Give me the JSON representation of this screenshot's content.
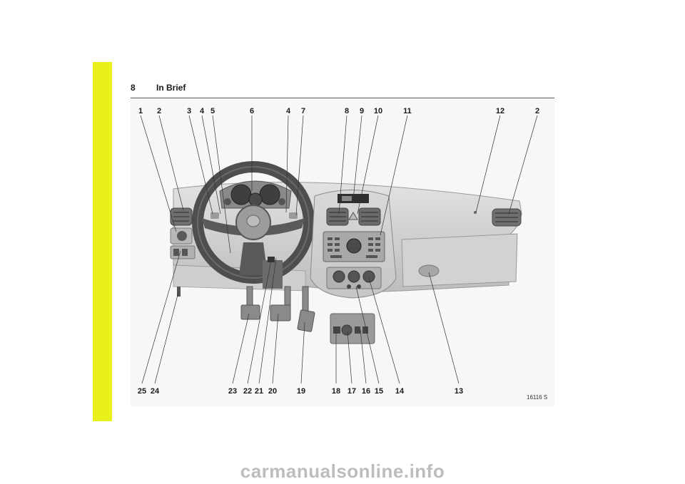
{
  "header": {
    "page_number": "8",
    "section_title": "In Brief"
  },
  "figure": {
    "code": "16116 S",
    "callouts_top": [
      "1",
      "2",
      "3",
      "4",
      "5",
      "6",
      "4",
      "7",
      "8",
      "9",
      "10",
      "11",
      "12",
      "2"
    ],
    "callouts_bottom": [
      "25",
      "24",
      "23",
      "22",
      "21",
      "20",
      "19",
      "18",
      "17",
      "16",
      "15",
      "14",
      "13"
    ]
  },
  "watermark": "carmanualsonline.info",
  "colors": {
    "accent_bar": "#e9f01c",
    "dashboard": "#d8d8d8",
    "text": "#1a1a1a"
  }
}
